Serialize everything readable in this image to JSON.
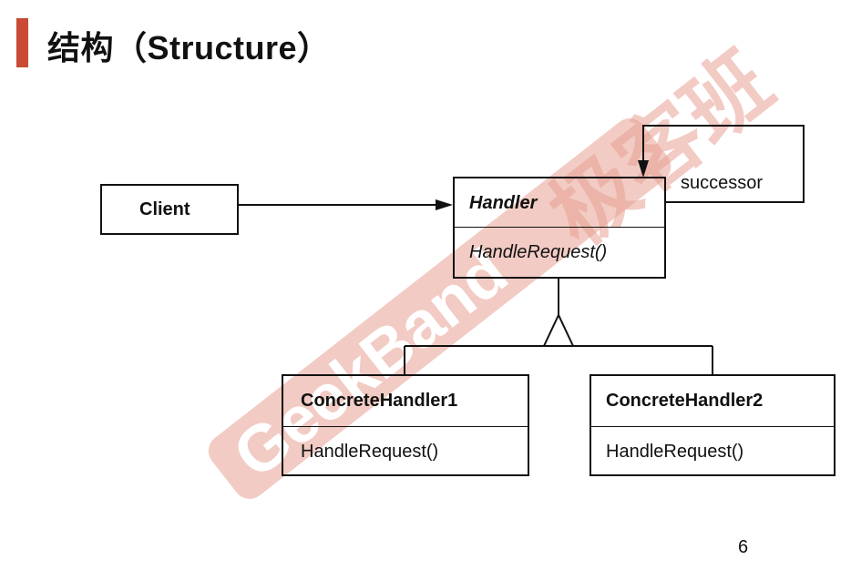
{
  "slide": {
    "title": "结构（Structure）",
    "page_number": "6",
    "accent_color": "#c94a35"
  },
  "watermark": {
    "text_latin": "GeekBand",
    "text_cjk": "极客班",
    "color": "#e8a294"
  },
  "diagram": {
    "client": {
      "name": "Client"
    },
    "handler": {
      "name": "Handler",
      "operation": "HandleRequest()"
    },
    "successor_label": "successor",
    "concrete_handler_1": {
      "name": "ConcreteHandler1",
      "operation": "HandleRequest()"
    },
    "concrete_handler_2": {
      "name": "ConcreteHandler2",
      "operation": "HandleRequest()"
    }
  }
}
